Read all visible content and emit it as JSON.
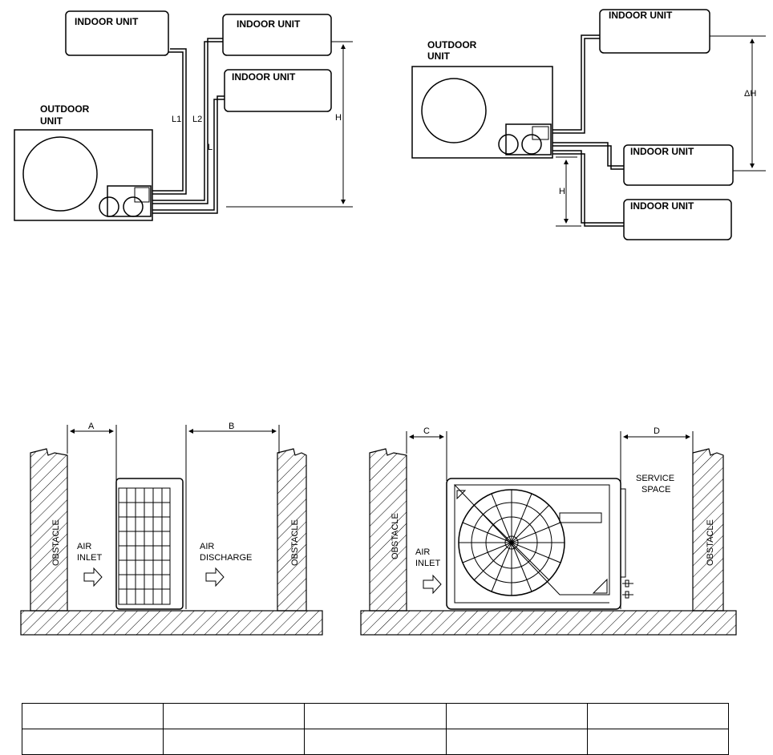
{
  "diagram1": {
    "indoor_units": [
      "INDOOR UNIT",
      "INDOOR UNIT",
      "INDOOR UNIT"
    ],
    "outdoor_unit": [
      "OUTDOOR",
      "UNIT"
    ],
    "labels": {
      "l1": "L1",
      "l2": "L2",
      "l": "L",
      "h": "H"
    }
  },
  "diagram2": {
    "indoor_units": [
      "INDOOR UNIT",
      "INDOOR UNIT",
      "INDOOR UNIT"
    ],
    "outdoor_unit": [
      "OUTDOOR",
      "UNIT"
    ],
    "labels": {
      "dh": "ΔH",
      "h": "H"
    }
  },
  "clearance_side": {
    "dims": {
      "a": "A",
      "b": "B"
    },
    "obstacle": "OBSTACLE",
    "air_inlet": [
      "AIR",
      "INLET"
    ],
    "air_discharge": [
      "AIR",
      "DISCHARGE"
    ]
  },
  "clearance_front": {
    "dims": {
      "c": "C",
      "d": "D"
    },
    "obstacle": "OBSTACLE",
    "air_inlet": [
      "AIR",
      "INLET"
    ],
    "service_space": [
      "SERVICE",
      "SPACE"
    ]
  },
  "table": {
    "rows": [
      [
        "",
        "",
        "",
        "",
        ""
      ],
      [
        "",
        "",
        "",
        "",
        ""
      ]
    ]
  }
}
